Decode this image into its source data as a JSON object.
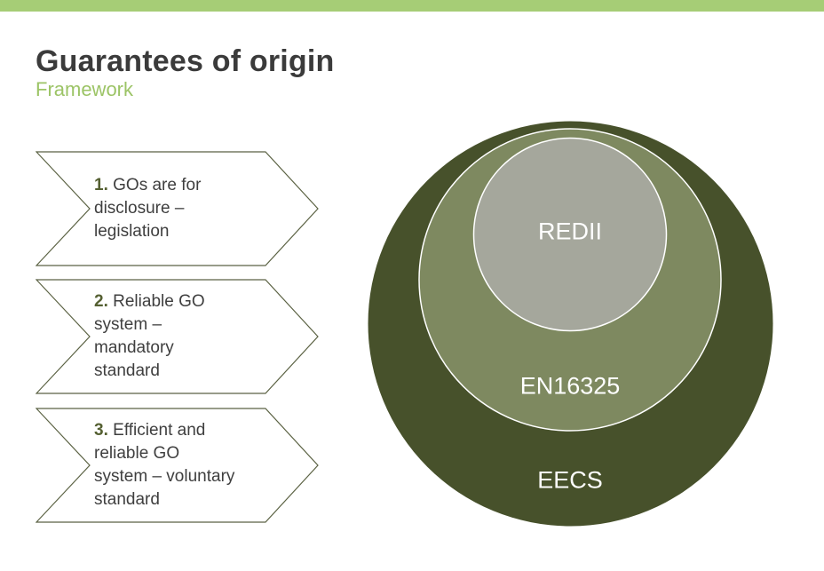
{
  "slide": {
    "title": "Guarantees of origin",
    "subtitle": "Framework"
  },
  "steps": [
    {
      "num": "1.",
      "text": "GOs are for\ndisclosure –\nlegislation"
    },
    {
      "num": "2.",
      "text": "Reliable GO\nsystem –\nmandatory\nstandard"
    },
    {
      "num": "3.",
      "text": "Efficient and\nreliable GO\nsystem – voluntary\nstandard"
    }
  ],
  "diagram": {
    "type": "nested-circles",
    "rings": [
      {
        "label": "EECS",
        "color": "#47512b"
      },
      {
        "label": "EN16325",
        "color": "#7e8960"
      },
      {
        "label": "REDII",
        "color": "#a5a79c"
      }
    ],
    "outline_color": "#ffffff"
  },
  "colors": {
    "top_bar": "#a6cd76",
    "title_text": "#3b3b3b",
    "subtitle_text": "#9cc466",
    "chevron_outline": "#5b6243",
    "step_number": "#556032",
    "body_text": "#3f3f3f",
    "circle_label_text": "#ffffff"
  }
}
